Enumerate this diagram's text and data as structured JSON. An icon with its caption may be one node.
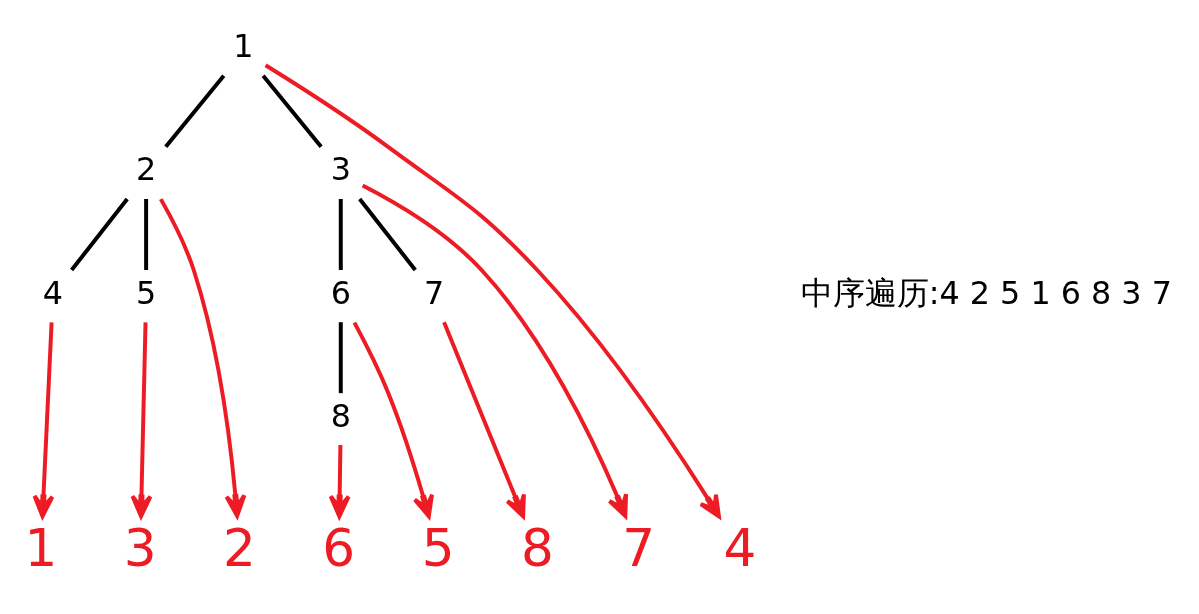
{
  "diagram": {
    "nodes": [
      {
        "text": [
          "1"
        ]
      },
      {
        "text": [
          "2"
        ]
      },
      {
        "text": [
          "3"
        ]
      },
      {
        "text": [
          "4"
        ]
      },
      {
        "text": [
          "5"
        ]
      },
      {
        "text": [
          "6"
        ]
      },
      {
        "text": [
          "7"
        ]
      },
      {
        "text": [
          "8"
        ]
      },
      {
        "text": [
          "1"
        ]
      },
      {
        "text": [
          "2"
        ]
      },
      {
        "text": [
          "3"
        ]
      },
      {
        "text": [
          "4"
        ]
      },
      {
        "text": [
          "5"
        ]
      },
      {
        "text": [
          "6"
        ]
      },
      {
        "text": [
          "7"
        ]
      },
      {
        "text": [
          "8"
        ]
      }
    ],
    "edges": [
      {
        "from": 0,
        "to": 1,
        "arrow": "none",
        "color": "#000000"
      },
      {
        "from": 0,
        "to": 2,
        "arrow": "none",
        "color": "#000000"
      },
      {
        "from": 1,
        "to": 3,
        "arrow": "none",
        "color": "#000000"
      },
      {
        "from": 1,
        "to": 4,
        "arrow": "none",
        "color": "#000000"
      },
      {
        "from": 2,
        "to": 5,
        "arrow": "none",
        "color": "#000000"
      },
      {
        "from": 2,
        "to": 6,
        "arrow": "none",
        "color": "#000000"
      },
      {
        "from": 5,
        "to": 7,
        "arrow": "none",
        "color": "#000000"
      },
      {
        "from": 3,
        "to": 8,
        "arrow": "to"
      },
      {
        "from": 1,
        "to": 9,
        "arrow": "to"
      },
      {
        "from": 4,
        "to": 10,
        "arrow": "to"
      },
      {
        "from": 0,
        "to": 11,
        "arrow": "to"
      },
      {
        "from": 5,
        "to": 12,
        "arrow": "to"
      },
      {
        "from": 7,
        "to": 13,
        "arrow": "to"
      },
      {
        "from": 2,
        "to": 14,
        "arrow": "to"
      },
      {
        "from": 6,
        "to": 15,
        "arrow": "to"
      }
    ],
    "labels": [
      "中序遍历:4 2 5 1 6 8 3 7"
    ]
  }
}
